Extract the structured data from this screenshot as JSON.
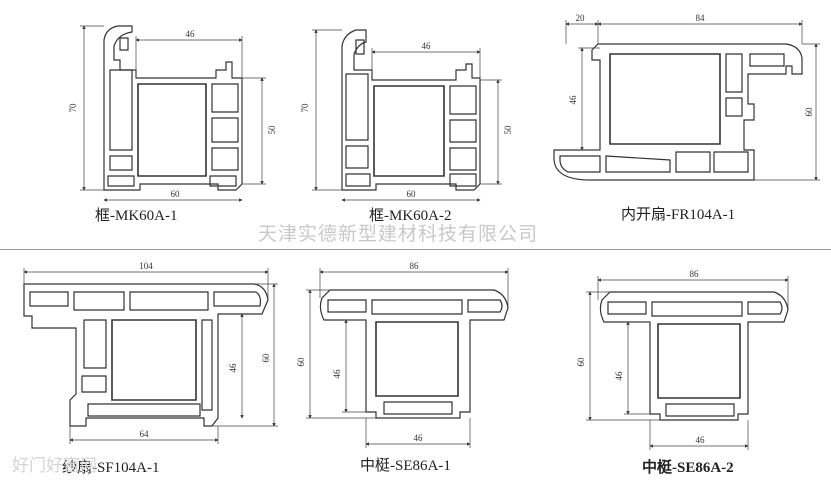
{
  "company_name": "天津实德新型建材科技有限公司",
  "watermark": "好门好窗网",
  "profiles": [
    {
      "id": "mk60a1",
      "caption": "框-MK60A-1",
      "dims": [
        "46",
        "70",
        "50",
        "60"
      ]
    },
    {
      "id": "mk60a2",
      "caption": "框-MK60A-2",
      "dims": [
        "46",
        "70",
        "50",
        "60"
      ]
    },
    {
      "id": "fr104a1",
      "caption": "内开扇-FR104A-1",
      "dims": [
        "20",
        "84",
        "46",
        "60"
      ]
    },
    {
      "id": "sf104a1",
      "caption": "纱扇-SF104A-1",
      "dims": [
        "104",
        "46",
        "60",
        "64"
      ]
    },
    {
      "id": "se86a1",
      "caption": "中梃-SE86A-1",
      "dims": [
        "86",
        "60",
        "46",
        "46"
      ]
    },
    {
      "id": "se86a2",
      "caption": "中梃-SE86A-2",
      "dims": [
        "86",
        "60",
        "46",
        "46"
      ]
    }
  ]
}
